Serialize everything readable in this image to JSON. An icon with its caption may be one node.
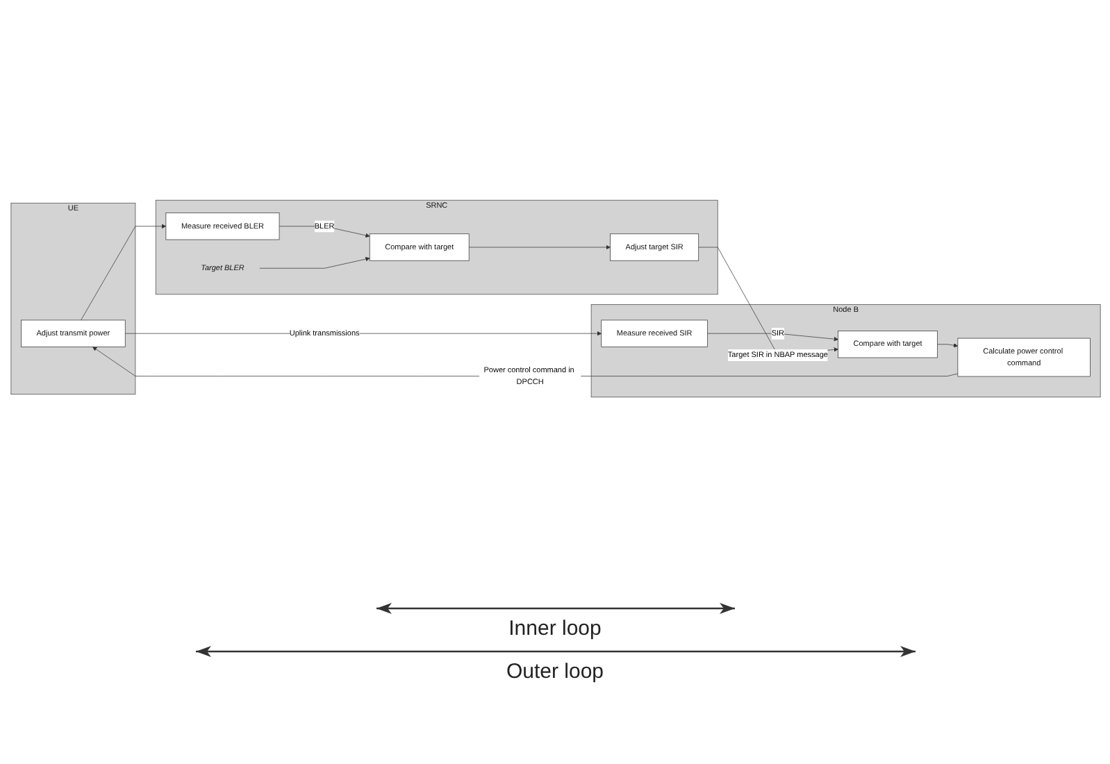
{
  "diagram": {
    "nodes": [
      {
        "text": [
          "UE"
        ]
      },
      {
        "text": [
          "Adjust transmit power"
        ],
        "in": 0
      },
      {
        "text": [
          "Node B"
        ]
      },
      {
        "text": [
          "Measure received SIR"
        ],
        "in": 2
      },
      {
        "text": [
          "Compare with target"
        ],
        "in": 2
      },
      {
        "text": [
          "Calculate power control command"
        ],
        "in": 2
      },
      {
        "text": [
          "SRNC"
        ]
      },
      {
        "text": [
          "Measure received BLER"
        ],
        "in": 6
      },
      {
        "text": [
          "Compare with target"
        ],
        "in": 6
      },
      {
        "text": [
          "Adjust target SIR"
        ],
        "in": 6
      },
      {
        "text": [
          "Target BLER"
        ],
        "in": 6
      }
    ],
    "edges": [
      {
        "from": 1,
        "to": 3,
        "arrow": "to",
        "label": "Uplink transmissions"
      },
      {
        "from": 1,
        "to": 7,
        "arrow": "to"
      },
      {
        "from": 3,
        "to": 4,
        "arrow": "to",
        "label": "SIR"
      },
      {
        "from": 4,
        "to": 5,
        "arrow": "to"
      },
      {
        "from": 5,
        "to": 1,
        "arrow": "to",
        "label": "Power control command in DPCCH"
      },
      {
        "from": 7,
        "to": 8,
        "arrow": "to",
        "label": "BLER"
      },
      {
        "from": 10,
        "to": 8,
        "arrow": "to"
      },
      {
        "from": 8,
        "to": 9,
        "arrow": "to"
      },
      {
        "from": 9,
        "to": 4,
        "arrow": "to",
        "label": "Target SIR in NBAP message"
      }
    ],
    "labels": [
      "Inner loop",
      "Outer loop"
    ]
  }
}
